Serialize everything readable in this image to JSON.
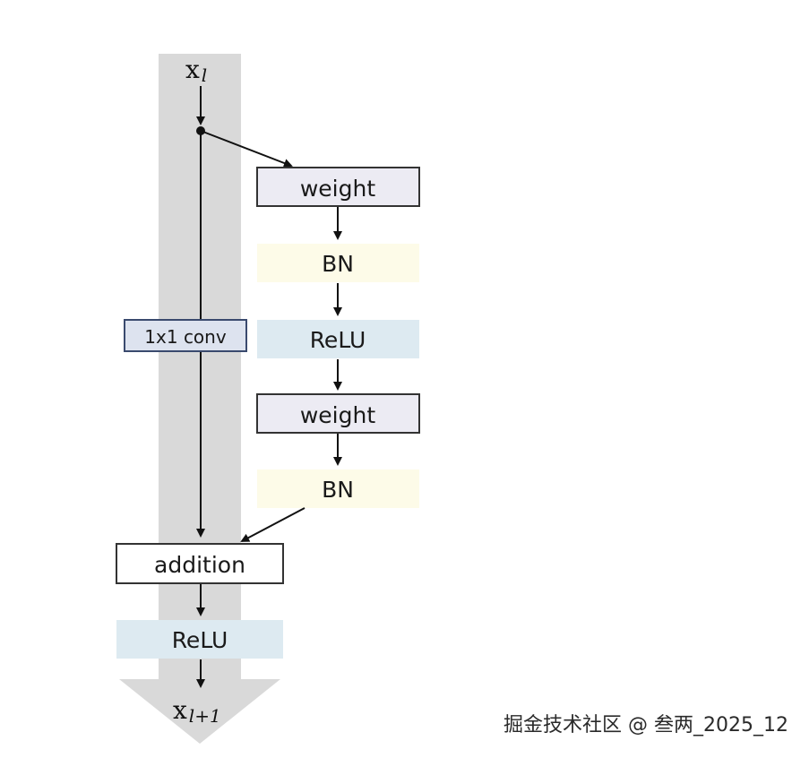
{
  "input_label": {
    "main": "x",
    "sub": "l"
  },
  "output_label": {
    "main": "x",
    "sub": "l+1"
  },
  "shortcut_label": "1x1 conv",
  "branch": {
    "weight1": "weight",
    "bn1": "BN",
    "relu1": "ReLU",
    "weight2": "weight",
    "bn2": "BN"
  },
  "addition_label": "addition",
  "final_relu": "ReLU",
  "watermark": "掘金技术社区 @ 叁两_2025_12",
  "colors": {
    "background_band": "#d9d9d9",
    "weight_box": "#ecebf3",
    "bn_box": "#fdfbe8",
    "relu_box": "#ddeaf1",
    "conv_box": "#dde3ef",
    "conv_border": "#3a4a6e"
  }
}
